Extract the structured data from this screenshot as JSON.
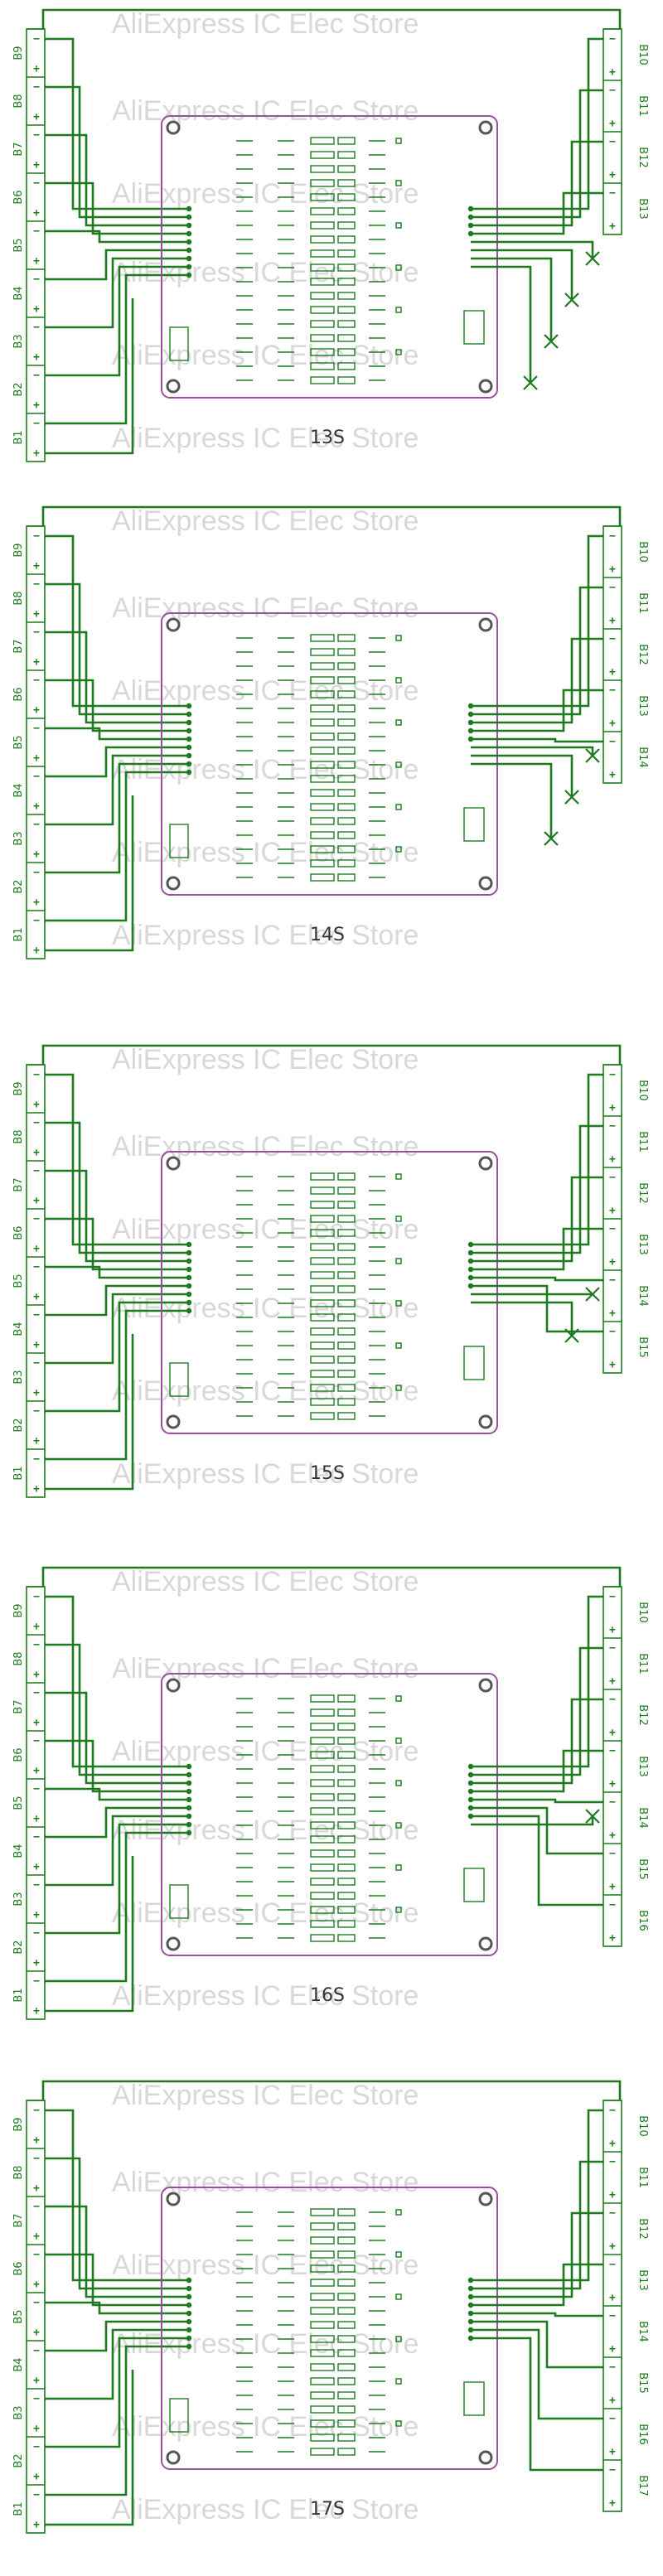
{
  "watermark": "AliExpress IC Elec Store",
  "sections": [
    {
      "title": "13S",
      "left": [
        "B9",
        "B8",
        "B7",
        "B6",
        "B5",
        "B4",
        "B3",
        "B2",
        "B1"
      ],
      "right": [
        "B10",
        "B11",
        "B12",
        "B13"
      ]
    },
    {
      "title": "14S",
      "left": [
        "B9",
        "B8",
        "B7",
        "B6",
        "B5",
        "B4",
        "B3",
        "B2",
        "B1"
      ],
      "right": [
        "B10",
        "B11",
        "B12",
        "B13",
        "B14"
      ]
    },
    {
      "title": "15S",
      "left": [
        "B9",
        "B8",
        "B7",
        "B6",
        "B5",
        "B4",
        "B3",
        "B2",
        "B1"
      ],
      "right": [
        "B10",
        "B11",
        "B12",
        "B13",
        "B14",
        "B15"
      ]
    },
    {
      "title": "16S",
      "left": [
        "B9",
        "B8",
        "B7",
        "B6",
        "B5",
        "B4",
        "B3",
        "B2",
        "B1"
      ],
      "right": [
        "B10",
        "B11",
        "B12",
        "B13",
        "B14",
        "B15",
        "B16"
      ]
    },
    {
      "title": "17S",
      "left": [
        "B9",
        "B8",
        "B7",
        "B6",
        "B5",
        "B4",
        "B3",
        "B2",
        "B1"
      ],
      "right": [
        "B10",
        "B11",
        "B12",
        "B13",
        "B14",
        "B15",
        "B16",
        "B17"
      ]
    }
  ],
  "colors": {
    "trace": "#1e7a1e",
    "board": "#9a4f9a",
    "watermark": "#d8d8d8"
  }
}
